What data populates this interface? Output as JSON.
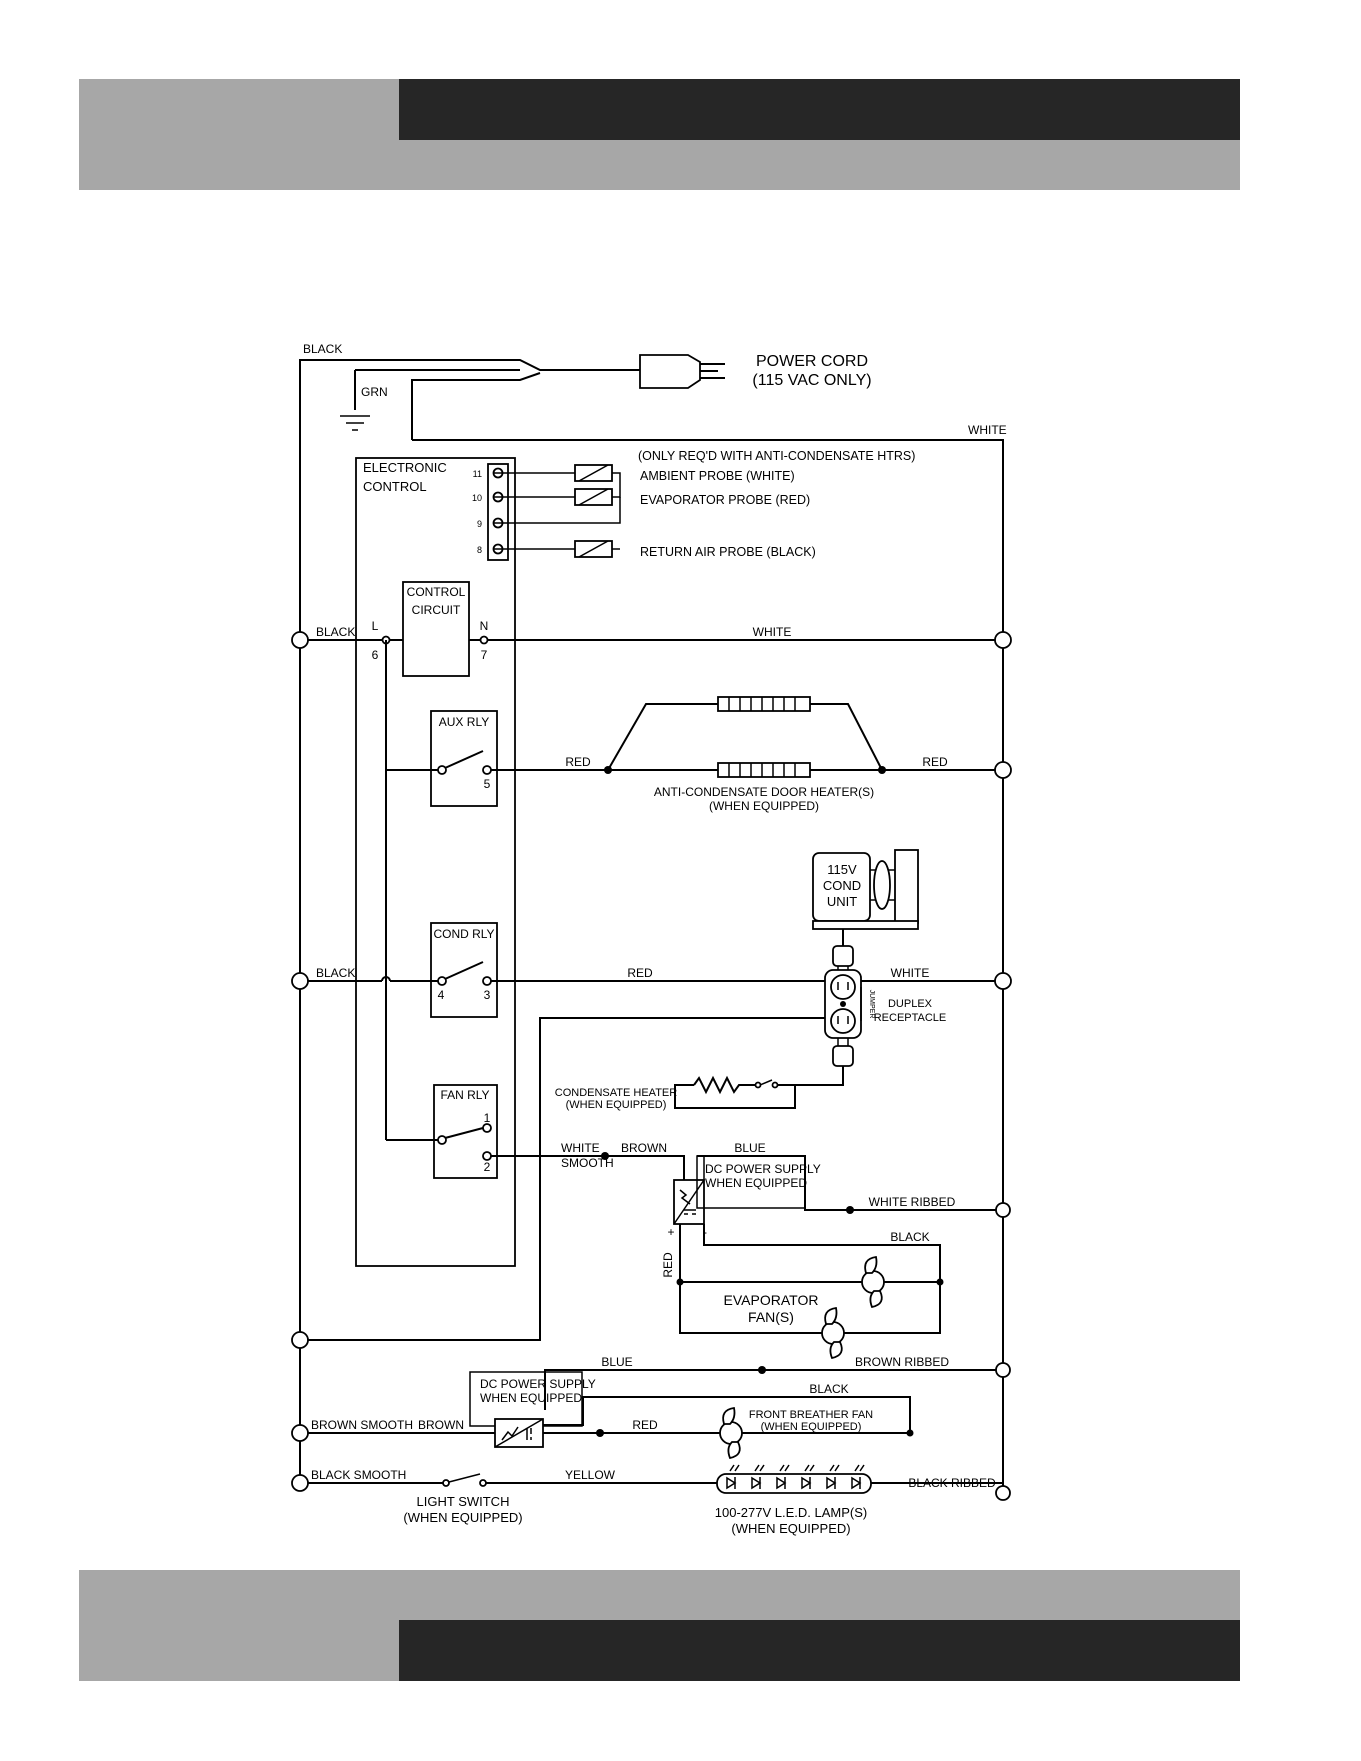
{
  "colors": {
    "header_gray": "#a7a7a7",
    "header_dark": "#262626",
    "ink": "#000000"
  },
  "power_cord": {
    "line1": "POWER CORD",
    "line2": "(115 VAC ONLY)"
  },
  "wires": {
    "black_top": "BLACK",
    "grn": "GRN",
    "white_top": "WHITE",
    "black_left1": "BLACK",
    "white_mid": "WHITE",
    "red_aux_left": "RED",
    "red_aux_right": "RED",
    "black_left2": "BLACK",
    "red_cond": "RED",
    "white_cond": "WHITE",
    "white_fan": "WHITE",
    "smooth_fan": "SMOOTH",
    "brown_fan": "BROWN",
    "blue_fan": "BLUE",
    "white_ribbed": "WHITE RIBBED",
    "black_fan": "BLACK",
    "red_vert": "RED",
    "blue_lower": "BLUE",
    "brown_ribbed": "BROWN RIBBED",
    "black_front": "BLACK",
    "brown_smooth": "BROWN SMOOTH",
    "brown_lower": "BROWN",
    "red_lower": "RED",
    "black_smooth": "BLACK SMOOTH",
    "yellow": "YELLOW",
    "black_ribbed": "BLACK RIBBED"
  },
  "control": {
    "title1": "ELECTRONIC",
    "title2": "CONTROL",
    "circuit1": "CONTROL",
    "circuit2": "CIRCUIT",
    "L": "L",
    "N": "N",
    "t6": "6",
    "t7": "7",
    "aux_rly": "AUX RLY",
    "t5": "5",
    "cond_rly": "COND RLY",
    "t4": "4",
    "t3": "3",
    "fan_rly": "FAN RLY",
    "t1": "1",
    "t2": "2",
    "p11": "11",
    "p10": "10",
    "p9": "9",
    "p8": "8"
  },
  "probes": {
    "note": "(ONLY REQ'D WITH ANTI-CONDENSATE HTRS)",
    "ambient": "AMBIENT PROBE (WHITE)",
    "evaporator": "EVAPORATOR PROBE (RED)",
    "return_air": "RETURN AIR PROBE (BLACK)"
  },
  "door_heater": {
    "line1": "ANTI-CONDENSATE DOOR HEATER(S)",
    "line2": "(WHEN EQUIPPED)"
  },
  "cond_unit": {
    "line1": "115V",
    "line2": "COND",
    "line3": "UNIT"
  },
  "duplex": {
    "line1": "DUPLEX",
    "line2": "RECEPTACLE",
    "jumper": "JUMPER"
  },
  "condensate_heater": {
    "line1": "CONDENSATE HEATER",
    "line2": "(WHEN EQUIPPED)"
  },
  "dc_supply": {
    "line1": "DC POWER SUPPLY",
    "line2": "WHEN EQUIPPED"
  },
  "evap_fans": {
    "line1": "EVAPORATOR",
    "line2": "FAN(S)"
  },
  "front_fan": {
    "line1": "FRONT BREATHER FAN",
    "line2": "(WHEN EQUIPPED)"
  },
  "light_switch": {
    "line1": "LIGHT SWITCH",
    "line2": "(WHEN EQUIPPED)"
  },
  "led_lamp": {
    "line1": "100-277V L.E.D. LAMP(S)",
    "line2": "(WHEN EQUIPPED)"
  },
  "polarity": {
    "plus": "+",
    "minus": "-"
  }
}
